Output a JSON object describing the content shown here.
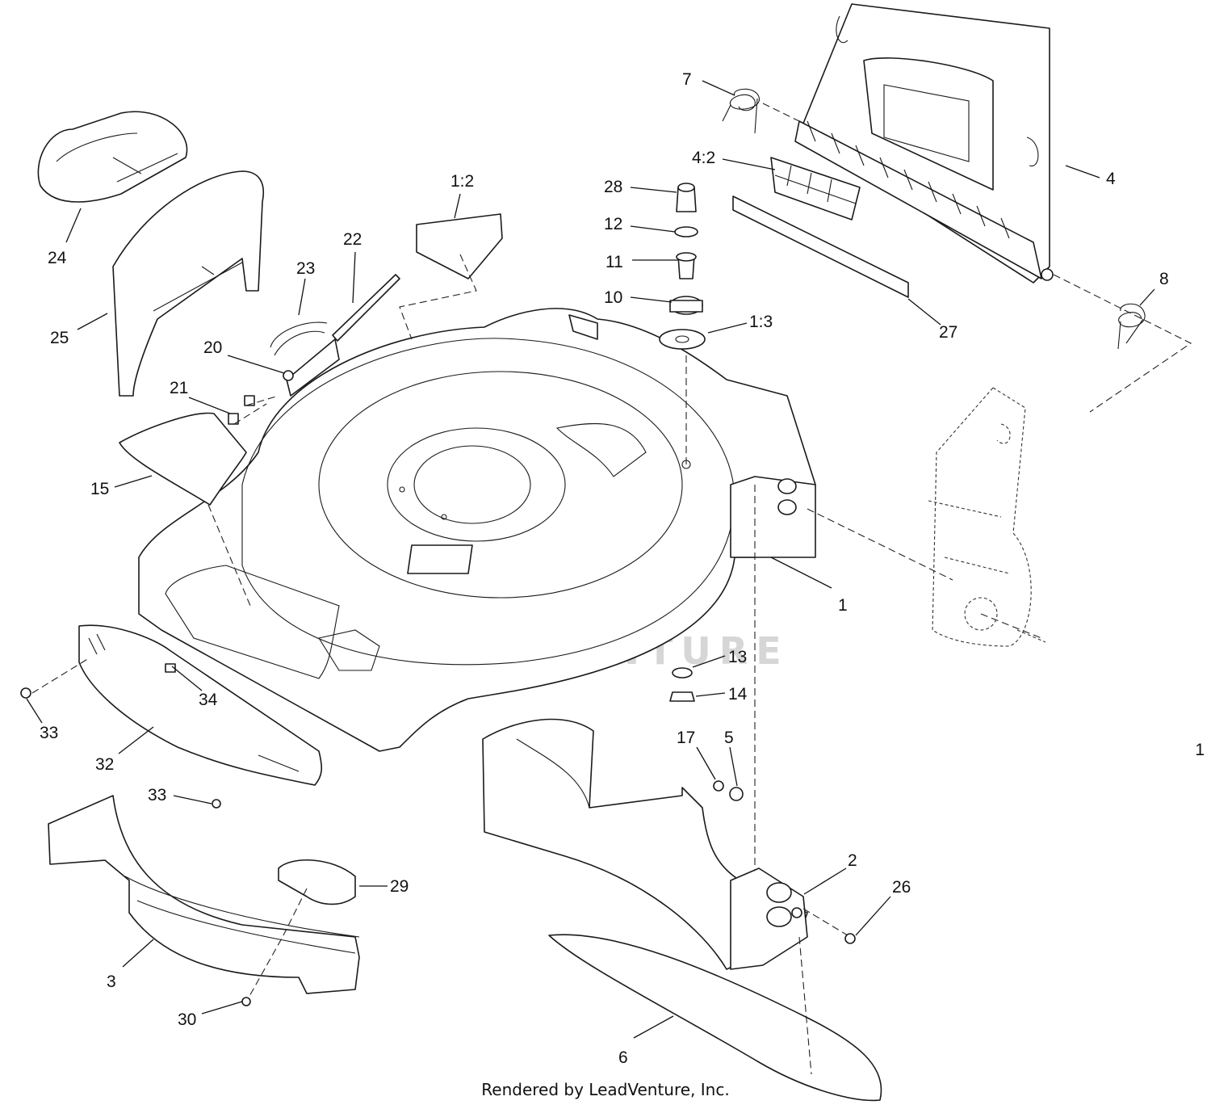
{
  "watermark": "LEADVENTURE",
  "footer": "Rendered by LeadVenture, Inc.",
  "page_number": "1",
  "callouts": {
    "c1": "1",
    "c1_2": "1:2",
    "c1_3": "1:3",
    "c2": "2",
    "c3": "3",
    "c4": "4",
    "c4_2": "4:2",
    "c5": "5",
    "c6": "6",
    "c7": "7",
    "c8": "8",
    "c10": "10",
    "c11": "11",
    "c12": "12",
    "c13": "13",
    "c14": "14",
    "c15": "15",
    "c17": "17",
    "c20": "20",
    "c21": "21",
    "c22": "22",
    "c23": "23",
    "c24": "24",
    "c25": "25",
    "c26": "26",
    "c27": "27",
    "c28": "28",
    "c29": "29",
    "c30": "30",
    "c32": "32",
    "c33a": "33",
    "c33b": "33",
    "c34": "34"
  }
}
